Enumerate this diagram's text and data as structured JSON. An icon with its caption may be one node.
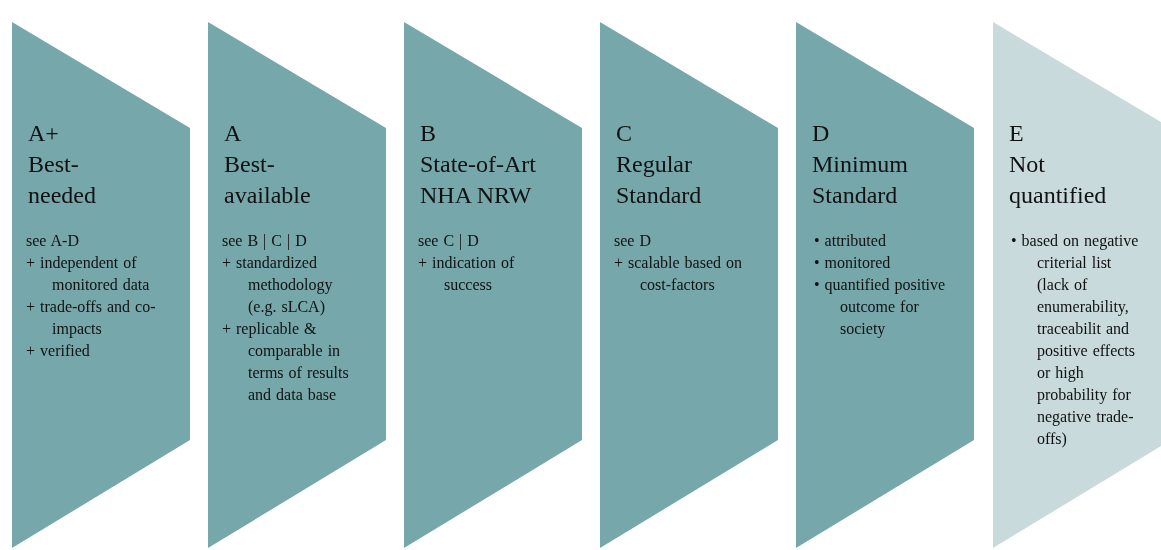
{
  "diagram": {
    "nodes": [
      {
        "text": [
          "A+",
          "Best-needed",
          "see A-D",
          "+ independent of monitored data",
          "+ trade-offs and co-impacts",
          "+ verified"
        ]
      },
      {
        "text": [
          "A",
          "Best-available",
          "see B | C | D",
          "+ standardized methodology (e.g. sLCA)",
          "+ replicable & comparable in terms of results and data base"
        ]
      },
      {
        "text": [
          "B",
          "State-of-Art NHA NRW",
          "see C | D",
          "+ indication of success"
        ]
      },
      {
        "text": [
          "C",
          "Regular Standard",
          "see D",
          "+ scalable based on cost-factors"
        ]
      },
      {
        "text": [
          "D",
          "Minimum Standard",
          "• attributed",
          "• monitored",
          "• quantified positive outcome for society"
        ]
      },
      {
        "text": [
          "E",
          "Not quantified",
          "• based on negative criterial list (lack of enumerability, traceabilit and positive effects or high probability for negative trade-offs)"
        ]
      }
    ]
  }
}
